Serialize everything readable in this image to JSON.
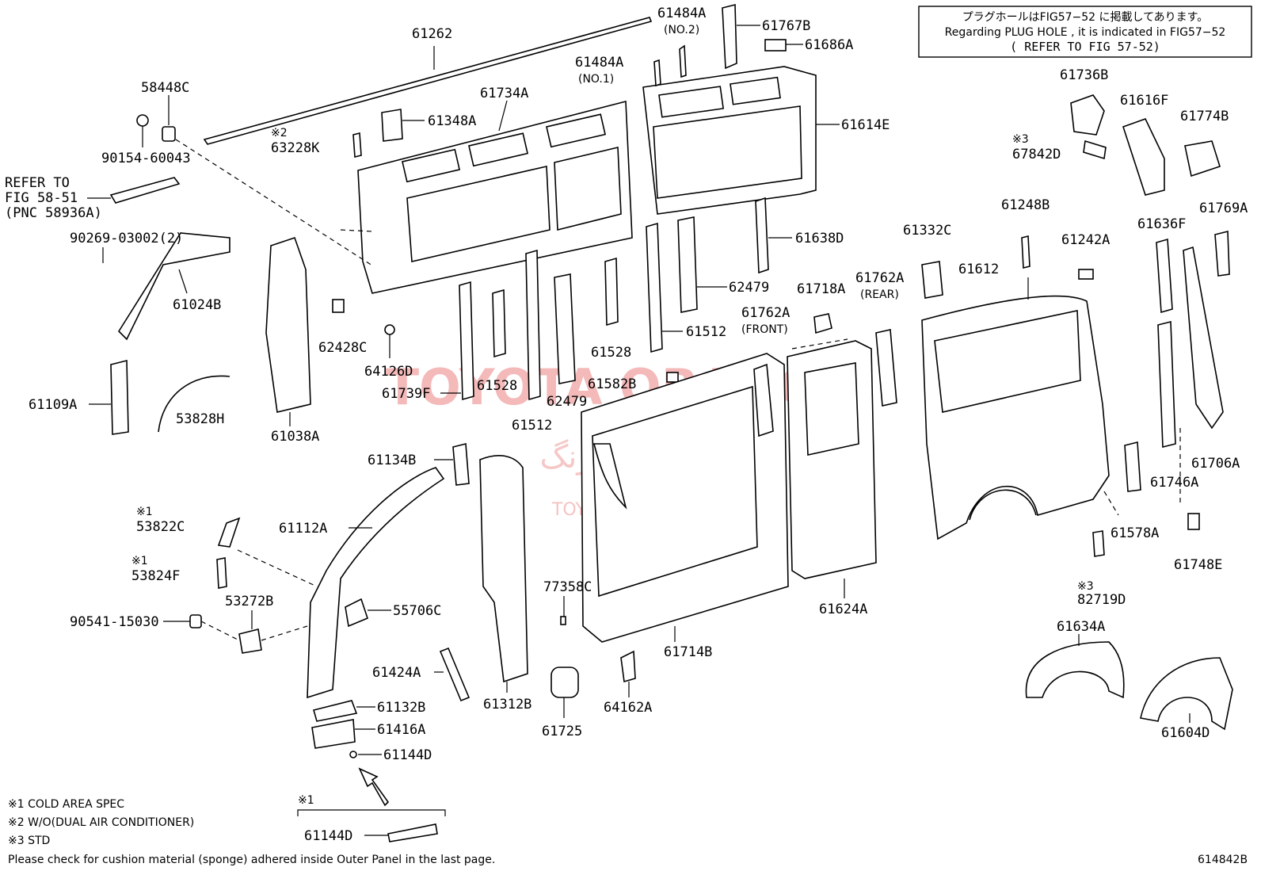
{
  "header_box": {
    "line1": "プラグホールはFIG57−52 に掲載してあります。",
    "line2": "Regarding PLUG HOLE , it is indicated in FIG57−52",
    "line3": "( REFER TO FIG 57-52)"
  },
  "refer_note": {
    "line1": "REFER TO",
    "line2": "FIG 58-51",
    "line3": "(PNC 58936A)"
  },
  "labels": {
    "p61262": "61262",
    "p61484a_no2": "61484A",
    "no2": "(NO.2)",
    "p61767b": "61767B",
    "p61686a": "61686A",
    "p61484a_no1": "61484A",
    "no1": "(NO.1)",
    "p58448c": "58448C",
    "p61734a": "61734A",
    "p61614e": "61614E",
    "mark2a": "※2",
    "p63228k": "63228K",
    "p61348a": "61348A",
    "p90154": "90154-60043",
    "p90269": "90269-03002(2)",
    "p61024b": "61024B",
    "p61038a": "61038A",
    "p62428c": "62428C",
    "p64126d": "64126D",
    "p61739f": "61739F",
    "p61528_a": "61528",
    "p61512_a": "61512",
    "p62479_a": "62479",
    "p61528_b": "61528",
    "p61512_b": "61512",
    "p62479_b": "62479",
    "p61638d": "61638D",
    "p61582b": "61582B",
    "p61109a": "61109A",
    "p53828h": "53828H",
    "p61736b": "61736B",
    "p61616f": "61616F",
    "p61774b": "61774B",
    "mark3a": "※3",
    "p67842d": "67842D",
    "p61248b": "61248B",
    "p61332c": "61332C",
    "p61242a": "61242A",
    "p61636f": "61636F",
    "p61769a": "61769A",
    "p61612": "61612",
    "p61762a_rear": "61762A",
    "rear": "(REAR)",
    "p61718a": "61718A",
    "p61762a_front": "61762A",
    "front": "(FRONT)",
    "p61706a": "61706A",
    "p61746a": "61746A",
    "p61578a": "61578A",
    "p61748e": "61748E",
    "mark3b": "※3",
    "p82719d": "82719D",
    "p61134b": "61134B",
    "p61112a": "61112A",
    "mark1a": "※1",
    "p53822c": "53822C",
    "mark1b": "※1",
    "p53824f": "53824F",
    "p53272b": "53272B",
    "p90541": "90541-15030",
    "p55706c": "55706C",
    "p77358c": "77358C",
    "p61424a": "61424A",
    "p61312b": "61312B",
    "p61725": "61725",
    "p64162a": "64162A",
    "p61714b": "61714B",
    "p61624a": "61624A",
    "p61634a": "61634A",
    "p61604d": "61604D",
    "p61132b": "61132B",
    "p61416a": "61416A",
    "p61144d_a": "61144D",
    "mark1c": "※1",
    "p61144d_b": "61144D"
  },
  "footnotes": {
    "n1": "※1 COLD AREA SPEC",
    "n2": "※2 W/O(DUAL AIR CONDITIONER)",
    "n3": "※3 STD",
    "n4": "Please check for cushion material (sponge) adhered inside Outer Panel in the last page.",
    "figure_id": "614842B"
  },
  "watermark": {
    "brand": "TOYOTA ORANG",
    "persian": "تویوتا ارنگ",
    "site": "TOYOTAPART.IR"
  }
}
